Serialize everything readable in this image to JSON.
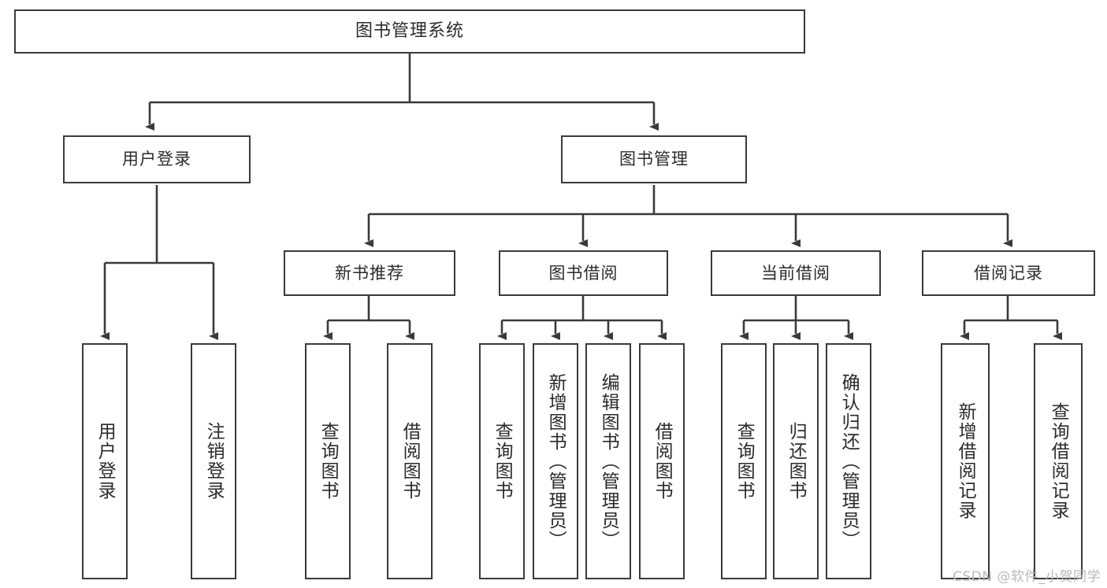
{
  "diagram": {
    "title": "图书管理系统",
    "type": "tree-hierarchy",
    "watermark": "CSDN @软件_小贺同学",
    "colors": {
      "background": "#ffffff",
      "node_fill": "#ffffff",
      "node_border": "#3a3a3a",
      "text": "#2b2b2b",
      "connector": "#3a3a3a",
      "watermark": "#b9b9b9"
    },
    "root": {
      "label": "图书管理系统"
    },
    "level2": [
      {
        "label": "用户登录"
      },
      {
        "label": "图书管理"
      }
    ],
    "level3": [
      {
        "label": "新书推荐"
      },
      {
        "label": "图书借阅"
      },
      {
        "label": "当前借阅"
      },
      {
        "label": "借阅记录"
      }
    ],
    "leaves": {
      "user_login": [
        {
          "label": "用户登录"
        },
        {
          "label": "注销登录"
        }
      ],
      "new_book_recommend": [
        {
          "label": "查询图书"
        },
        {
          "label": "借阅图书"
        }
      ],
      "book_borrow": [
        {
          "label": "查询图书"
        },
        {
          "label": "新增图书（管理员）"
        },
        {
          "label": "编辑图书（管理员）"
        },
        {
          "label": "借阅图书"
        }
      ],
      "current_borrow": [
        {
          "label": "查询图书"
        },
        {
          "label": "归还图书"
        },
        {
          "label": "确认归还（管理员）"
        }
      ],
      "borrow_record": [
        {
          "label": "新增借阅记录"
        },
        {
          "label": "查询借阅记录"
        }
      ]
    }
  }
}
